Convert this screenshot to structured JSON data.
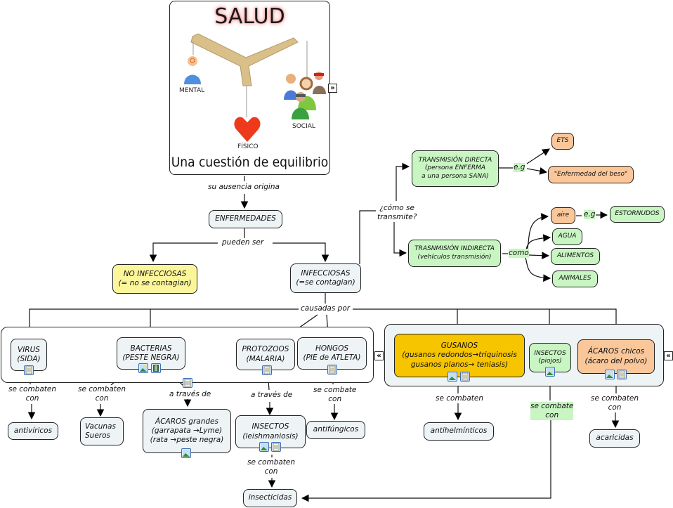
{
  "salud": {
    "title": "SALUD",
    "subtitle": "Una cuestión de equilibrio",
    "captions": {
      "mental": "MENTAL",
      "fisico": "FÍSICO",
      "social": "SOCIAL"
    }
  },
  "links": {
    "ausencia": "su ausencia origina",
    "pueden_ser": "pueden ser",
    "causadas_por": "causadas por",
    "como_se_transmite_1": "¿cómo se",
    "como_se_transmite_2": "transmite?",
    "eg1": "e.g",
    "eg2": "e.g",
    "como": "como",
    "virus_combaten_1": "se combaten",
    "virus_combaten_2": "con",
    "bact_combaten_1": "se combaten",
    "bact_combaten_2": "con",
    "bact_traves": "a través de",
    "proto_traves": "a través de",
    "hongos_combate_1": "se combate",
    "hongos_combate_2": "con",
    "insectos_combaten_1": "se combaten",
    "insectos_combaten_2": "con",
    "gusanos_combaten": "se combaten",
    "piojos_combate_1": "se combate",
    "piojos_combate_2": "con",
    "acaros_combaten_1": "se combaten",
    "acaros_combaten_2": "con"
  },
  "nodes": {
    "enfermedades": [
      "ENFERMEDADES"
    ],
    "no_infecciosas": [
      "NO INFECCIOSAS",
      "(= no se contagian)"
    ],
    "infecciosas": [
      "INFECCIOSAS",
      "(=se contagian)"
    ],
    "trans_directa": [
      "TRANSMISIÓN DIRECTA",
      "(persona ENFERMA",
      "a una persona SANA)"
    ],
    "trans_indirecta": [
      "TRASNMISIÓN INDIRECTA",
      "(vehículos transmisión)"
    ],
    "ets": [
      "ETS"
    ],
    "beso": [
      "\"Enfermedad del beso\""
    ],
    "aire": [
      "aire"
    ],
    "estornudos": [
      "ESTORNUDOS"
    ],
    "agua": [
      "AGUA"
    ],
    "alimentos": [
      "ALIMENTOS"
    ],
    "animales": [
      "ANIMALES"
    ],
    "virus": [
      "VIRUS",
      "(SIDA)"
    ],
    "bacterias": [
      "BACTERIAS",
      "(PESTE NEGRA)"
    ],
    "protozoos": [
      "PROTOZOOS",
      "(MALARIA)"
    ],
    "hongos": [
      "HONGOS",
      "(PIE de ATLETA)"
    ],
    "gusanos": [
      "GUSANOS",
      "(gusanos redondos→triquinosis",
      "gusanos planos→ teniasis)"
    ],
    "insectos_piojos": [
      "INSECTOS",
      "(piojos)"
    ],
    "acaros_chicos": [
      "ÁCAROS chicos",
      "(ácaro del polvo)"
    ],
    "antiviricos": [
      "antivíricos"
    ],
    "vacunas": [
      "Vacunas",
      "Sueros"
    ],
    "acaros_grandes": [
      "ÁCAROS grandes",
      "(garrapata →Lyme)",
      "(rata →peste negra)"
    ],
    "insectos_leish": [
      "INSECTOS",
      "(leishmaniosis)"
    ],
    "antifungicos": [
      "antifúngicos"
    ],
    "insecticidas": [
      "insecticidas"
    ],
    "antihelminticos": [
      "antihelmínticos"
    ],
    "acaricidas": [
      "acaricidas"
    ]
  },
  "icons": {
    "expand": "»",
    "collapse": "«"
  },
  "colors": {
    "default_node": "#eef3f6",
    "yellow_node": "#fbf69a",
    "green_node": "#c8f5c2",
    "orange_node": "#fac79a",
    "gold_node": "#f7c400",
    "group_bg": "#eef3f6"
  }
}
